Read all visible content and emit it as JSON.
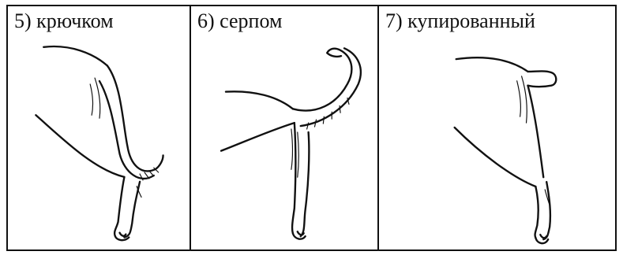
{
  "panels": [
    {
      "label": "5) крючком",
      "tail": "hook"
    },
    {
      "label": "6) серпом",
      "tail": "sickle"
    },
    {
      "label": "7) купированный",
      "tail": "docked"
    }
  ]
}
